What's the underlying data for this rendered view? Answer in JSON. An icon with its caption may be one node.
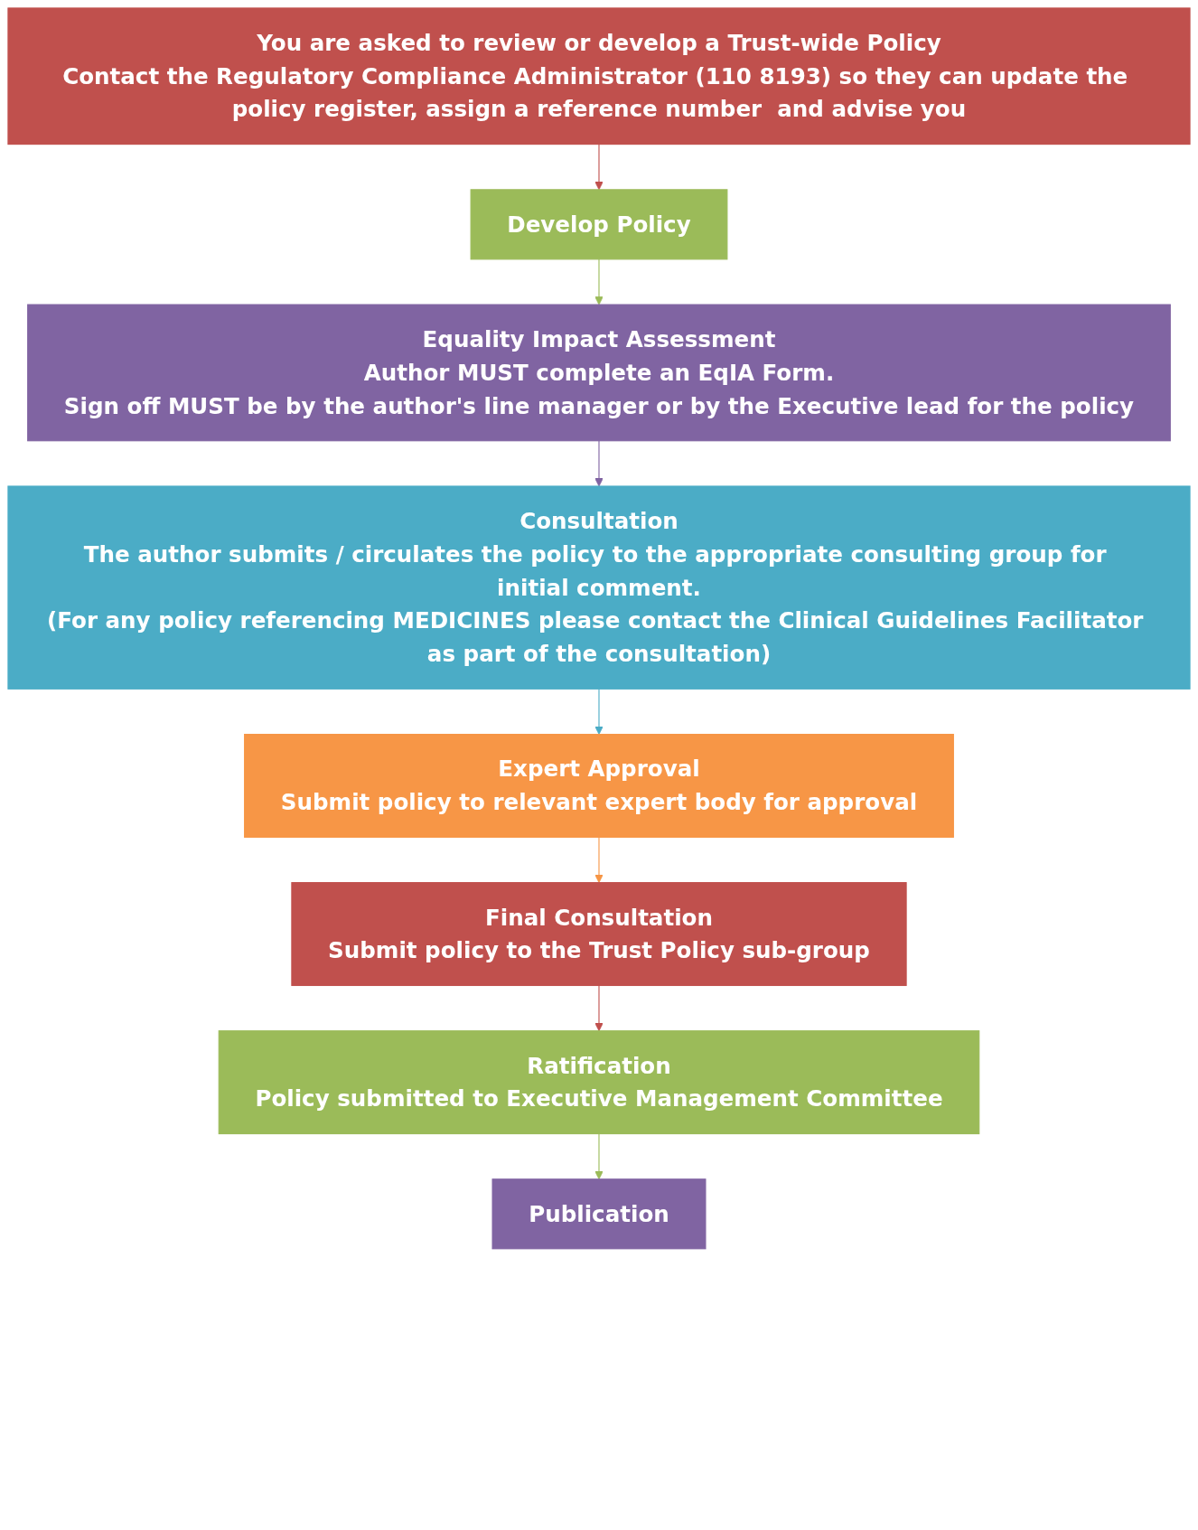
{
  "diagram": {
    "nodes": [
      {
        "text": [
          "You are asked to review or develop a Trust-wide Policy",
          "Contact the Regulatory Compliance Administrator (110 8193) so they can update the policy register, assign a reference number  and advise you"
        ]
      },
      {
        "text": [
          "Develop Policy"
        ]
      },
      {
        "text": [
          "Equality Impact Assessment",
          "Author MUST complete an EqIA Form.",
          "Sign off MUST be by the author's line manager or by the Executive lead for the policy"
        ]
      },
      {
        "text": [
          "Consultation",
          "The author submits / circulates the policy to the appropriate consulting group for initial comment.",
          "(For any policy referencing MEDICINES please contact the Clinical Guidelines Facilitator as part of the consultation)"
        ]
      },
      {
        "text": [
          "Expert Approval",
          "Submit policy to relevant expert body for approval"
        ]
      },
      {
        "text": [
          "Final Consultation",
          "Submit policy to the Trust Policy sub-group"
        ]
      },
      {
        "text": [
          "Ratification",
          "Policy submitted to Executive Management Committee"
        ]
      },
      {
        "text": [
          "Publication"
        ]
      }
    ],
    "edges": [
      {
        "from": 0,
        "to": 1,
        "arrow": "to",
        "color": "#c0504d"
      },
      {
        "from": 1,
        "to": 2,
        "arrow": "to",
        "color": "#9bbb59"
      },
      {
        "from": 2,
        "to": 3,
        "arrow": "to",
        "color": "#8064a2"
      },
      {
        "from": 3,
        "to": 4,
        "arrow": "to",
        "color": "#4bacc6"
      },
      {
        "from": 4,
        "to": 5,
        "arrow": "to",
        "color": "#f79646"
      },
      {
        "from": 5,
        "to": 6,
        "arrow": "to",
        "color": "#c0504d"
      },
      {
        "from": 6,
        "to": 7,
        "arrow": "to",
        "color": "#9bbb59"
      }
    ]
  }
}
